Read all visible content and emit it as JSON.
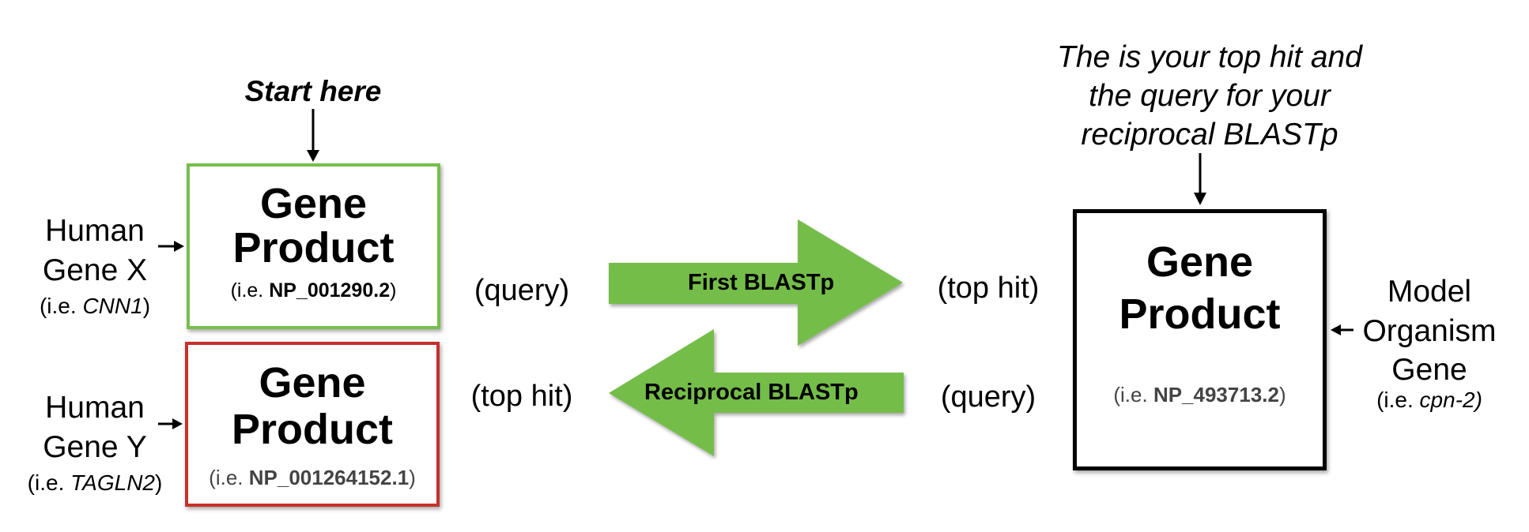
{
  "start_label": "Start here",
  "annotation": {
    "lines": [
      "The is your top hit and",
      "the query for your",
      "reciprocal BLASTp"
    ]
  },
  "boxes": {
    "green": {
      "title_line1": "Gene",
      "title_line2": "Product",
      "prefix": "(i.e. ",
      "accession": "NP_001290.2",
      "suffix": ")",
      "border_color": "#76bf4b"
    },
    "red": {
      "title_line1": "Gene",
      "title_line2": "Product",
      "prefix": "(i.e. ",
      "accession": "NP_001264152.1",
      "suffix": ")",
      "border_color": "#c8302a"
    },
    "black": {
      "title_line1": "Gene",
      "title_line2": "Product",
      "prefix": "(i.e. ",
      "accession": "NP_493713.2",
      "suffix": ")",
      "border_color": "#000000"
    }
  },
  "genes": {
    "human_x": {
      "line1": "Human",
      "line2": "Gene X",
      "prefix": "(i.e. ",
      "name": "CNN1",
      "suffix": ")"
    },
    "human_y": {
      "line1": "Human",
      "line2": "Gene Y",
      "prefix": "(i.e. ",
      "name": "TAGLN2",
      "suffix": ")"
    },
    "model": {
      "line1": "Model",
      "line2": "Organism",
      "line3": "Gene",
      "prefix": "(i.e. ",
      "name": "cpn-2)"
    }
  },
  "roles": {
    "left_top": "(query)",
    "left_bottom": "(top hit)",
    "right_top": "(top hit)",
    "right_bottom": "(query)"
  },
  "arrows": {
    "first": {
      "label": "First BLASTp",
      "color": "#74bd4a"
    },
    "reciprocal": {
      "label": "Reciprocal BLASTp",
      "color": "#74bd4a"
    }
  }
}
